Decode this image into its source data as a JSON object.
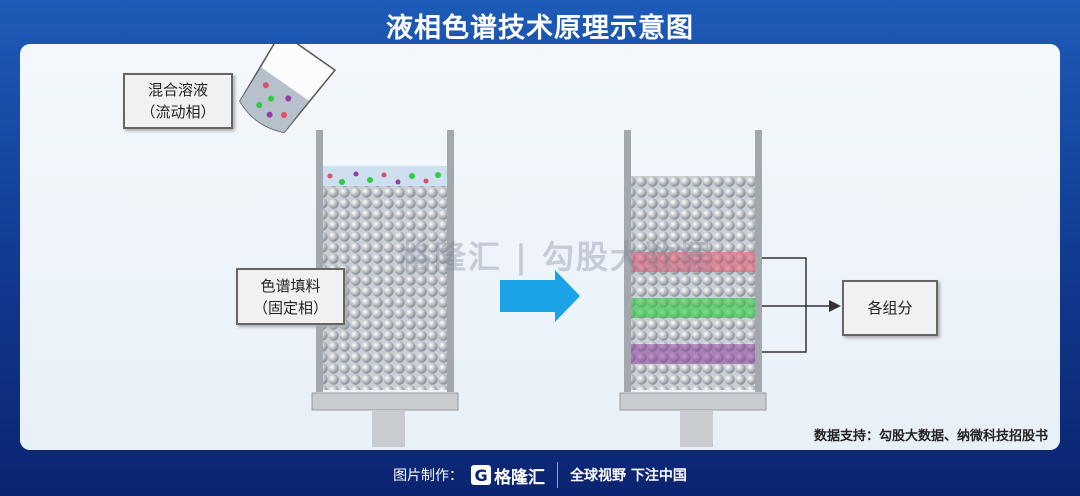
{
  "title": "液相色谱技术原理示意图",
  "labels": {
    "mixture_line1": "混合溶液",
    "mixture_line2": "（流动相）",
    "packing_line1": "色谱填料",
    "packing_line2": "（固定相）",
    "components": "各组分"
  },
  "source": "数据支持：勾股大数据、纳微科技招股书",
  "watermark": "格隆汇 | 勾股大数据",
  "footer": {
    "made_by": "图片制作：",
    "brand": "格隆汇",
    "slogan": "全球视野 下注中国"
  },
  "colors": {
    "arrow": "#1aa3e6",
    "band_red": "#e0506a",
    "band_green": "#2ecc40",
    "band_purple": "#8e3fa0"
  }
}
